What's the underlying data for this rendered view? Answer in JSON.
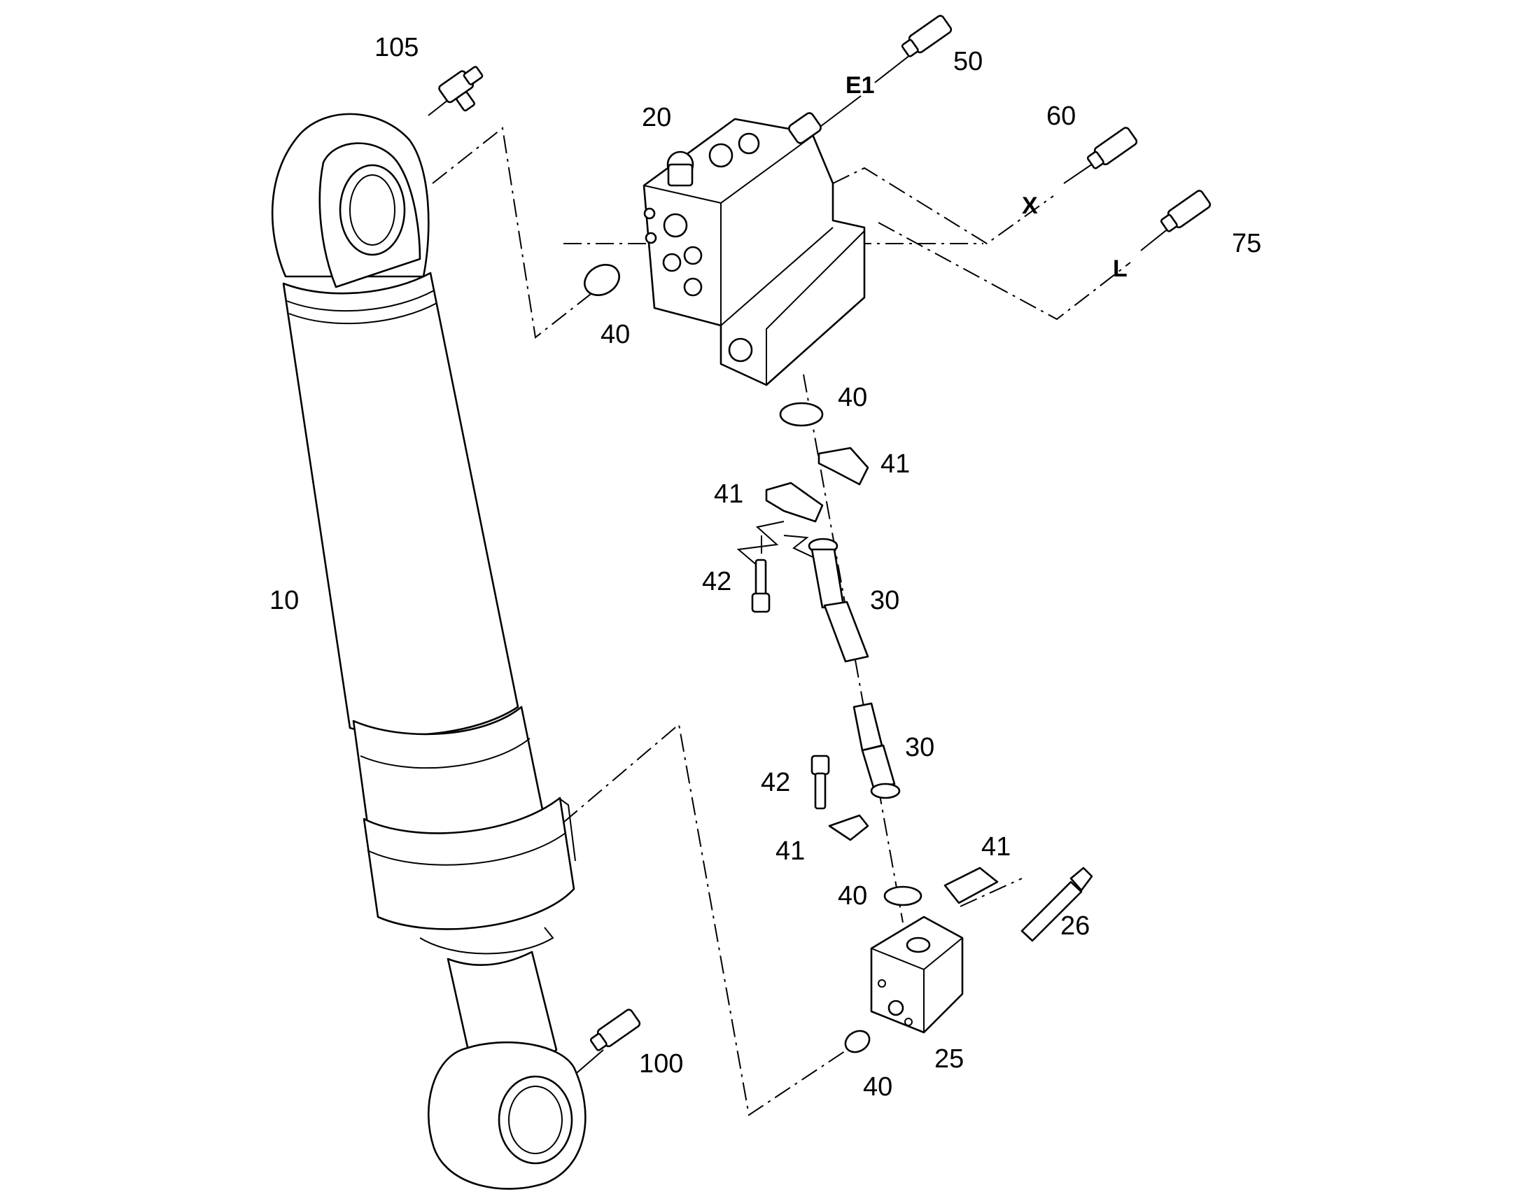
{
  "diagram": {
    "callouts": {
      "c10": "10",
      "c20": "20",
      "c25": "25",
      "c26": "26",
      "c30a": "30",
      "c30b": "30",
      "c40a": "40",
      "c40b": "40",
      "c40c": "40",
      "c40d": "40",
      "c41a": "41",
      "c41b": "41",
      "c41c": "41",
      "c41d": "41",
      "c42a": "42",
      "c42b": "42",
      "c50": "50",
      "c60": "60",
      "c75": "75",
      "c100": "100",
      "c105": "105"
    },
    "ports": {
      "e1": "E1",
      "x": "X",
      "l": "L"
    }
  }
}
